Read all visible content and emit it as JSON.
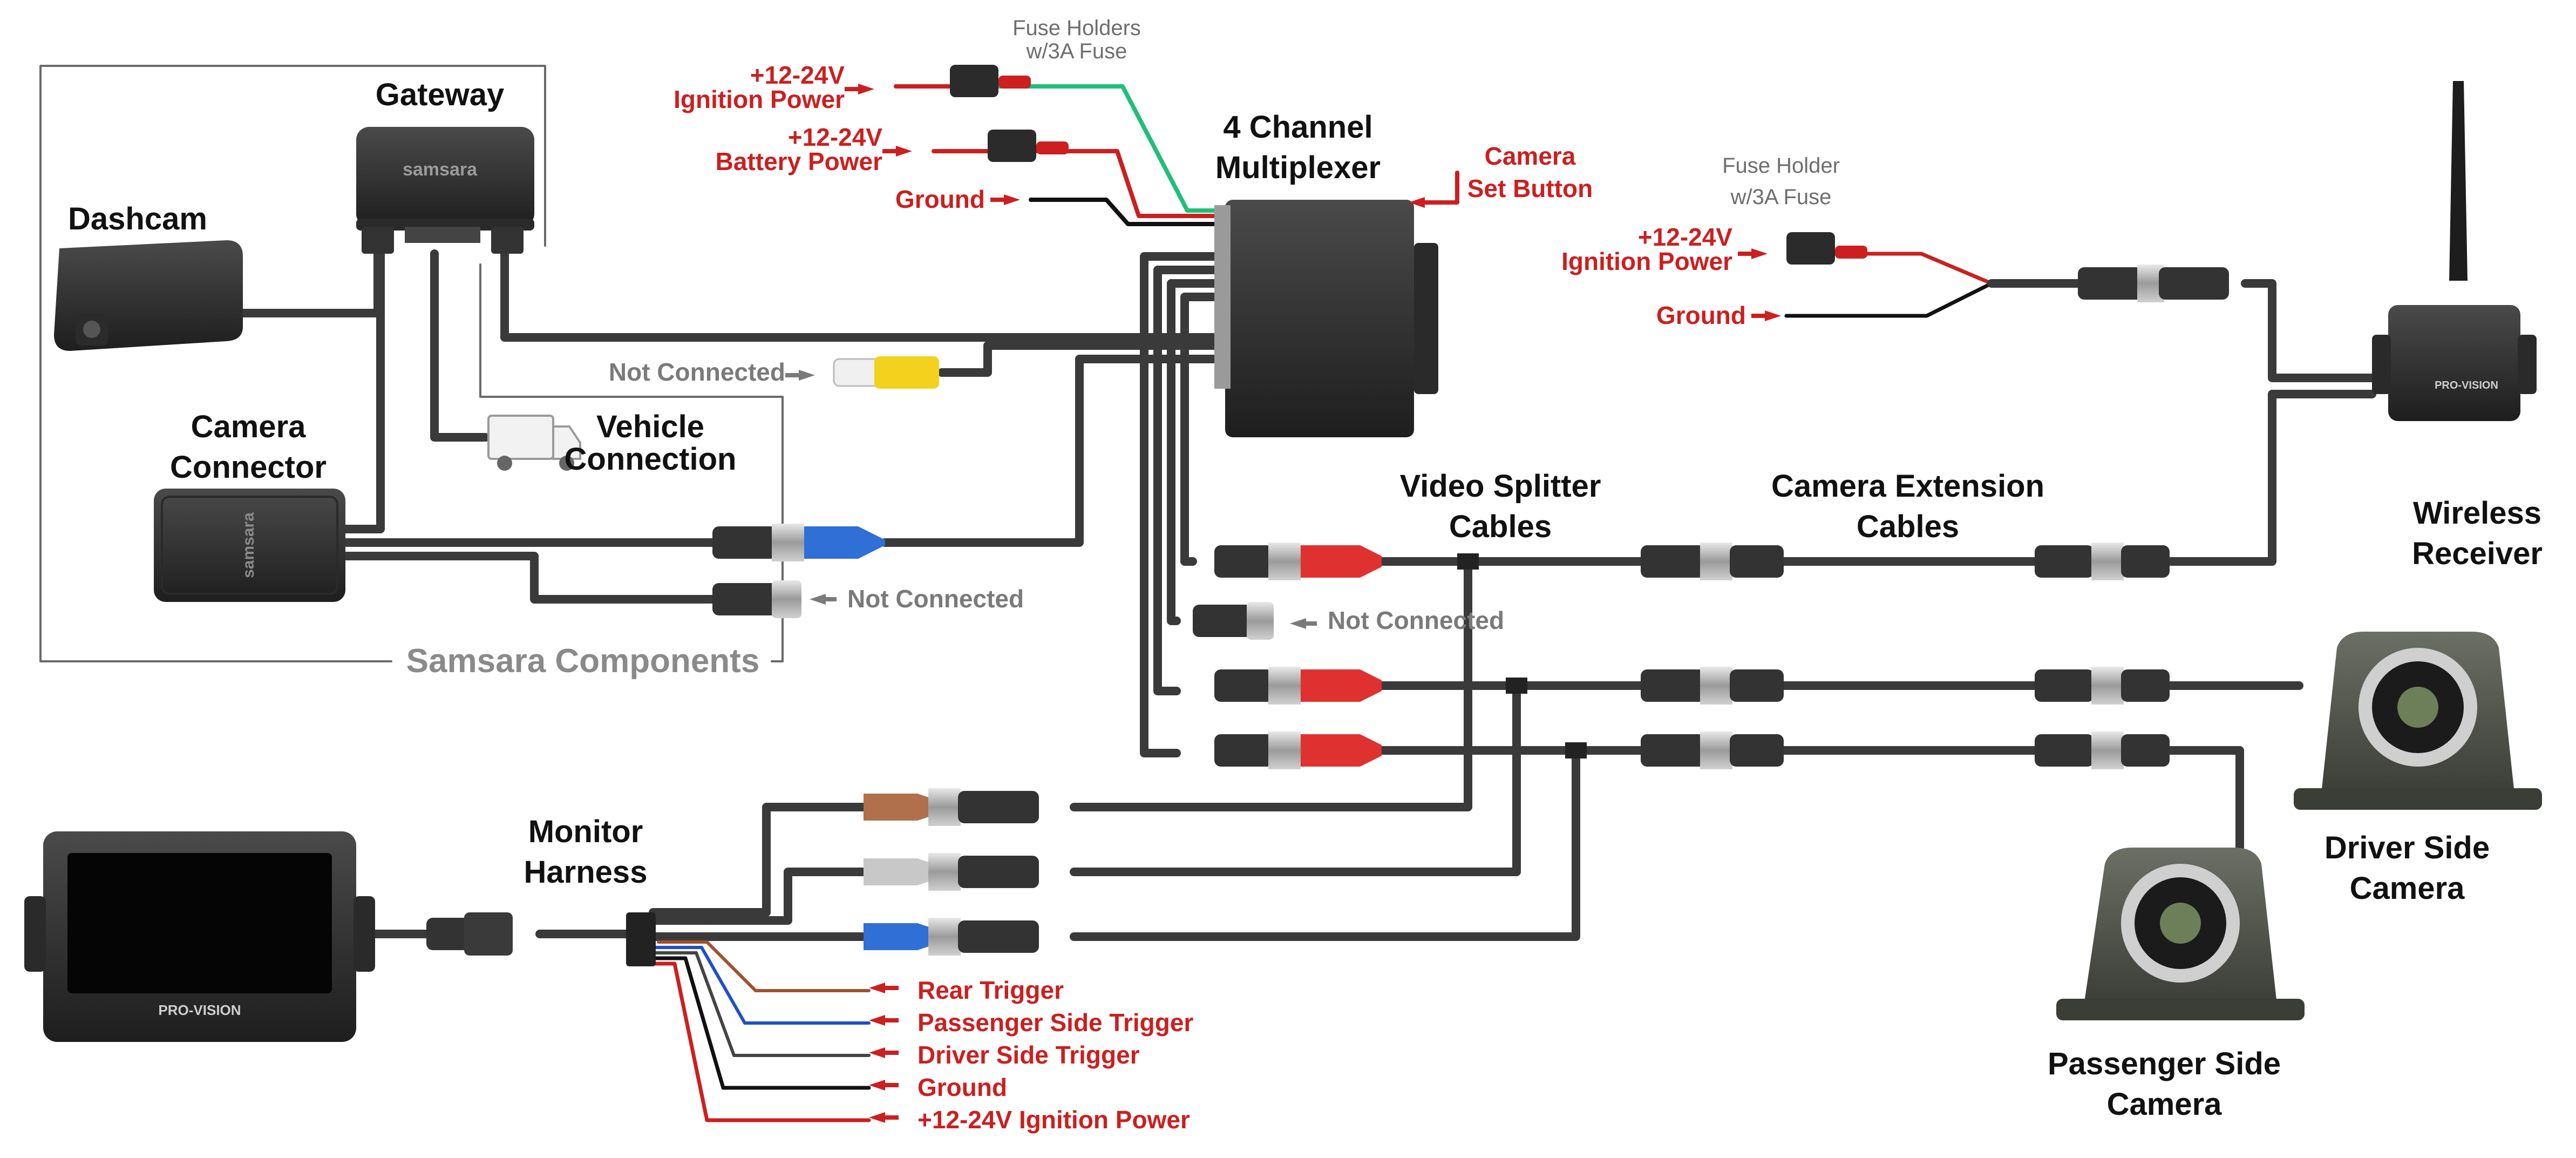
{
  "labels": {
    "gateway": "Gateway",
    "dashcam": "Dashcam",
    "camera_connector": [
      "Camera",
      "Connector"
    ],
    "vehicle_connection": [
      "Vehicle",
      "Connection"
    ],
    "samsara_components": "Samsara Components",
    "fuse_holders": [
      "Fuse Holders",
      "w/3A Fuse"
    ],
    "ignition_power_1": [
      "+12-24V",
      "Ignition Power"
    ],
    "battery_power": [
      "+12-24V",
      "Battery Power"
    ],
    "ground_1": "Ground",
    "multiplexer": [
      "4 Channel",
      "Multiplexer"
    ],
    "camera_set_button": [
      "Camera",
      "Set Button"
    ],
    "fuse_holder_2": [
      "Fuse Holder",
      "w/3A Fuse"
    ],
    "ignition_power_2": [
      "+12-24V",
      "Ignition Power"
    ],
    "ground_2": "Ground",
    "wireless_receiver": [
      "Wireless",
      "Receiver"
    ],
    "not_connected_rca": "Not Connected",
    "not_connected_connector": "Not Connected",
    "not_connected_splitter": "Not Connected",
    "video_splitter": [
      "Video Splitter",
      "Cables"
    ],
    "camera_extension": [
      "Camera Extension",
      "Cables"
    ],
    "driver_camera": [
      "Driver Side",
      "Camera"
    ],
    "passenger_camera": [
      "Passenger Side",
      "Camera"
    ],
    "monitor_harness": [
      "Monitor",
      "Harness"
    ],
    "trigger_rear": "Rear Trigger",
    "trigger_passenger": "Passenger Side Trigger",
    "trigger_driver": "Driver Side Trigger",
    "trigger_ground": "Ground",
    "trigger_ignition": "+12-24V Ignition Power"
  },
  "device_text": {
    "gateway_brand": "samsara",
    "connector_brand": "samsara",
    "monitor_brand": "PRO-VISION",
    "receiver_brand": "PRO-VISION"
  },
  "icons": [
    "truck-icon",
    "antenna-icon"
  ],
  "colors": {
    "label_red": "#cc1f1f",
    "label_gray": "#7a7a7a",
    "wire_green": "#1fbf7a",
    "wire_red": "#cc1f1f",
    "connector_red": "#e03131",
    "connector_blue": "#2f6fd6",
    "connector_brown": "#b0704c",
    "connector_gray": "#c8c8c8",
    "rca_yellow": "#f2d21c"
  }
}
